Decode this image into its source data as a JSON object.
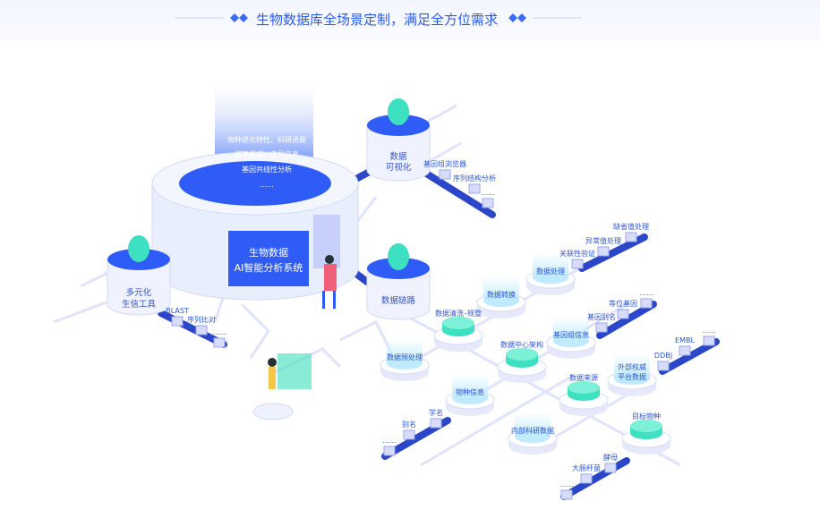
{
  "header": {
    "title": "生物数据库全场景定制，满足全方位需求"
  },
  "core": {
    "title_line1": "生物数据",
    "title_line2": "AI智能分析系统",
    "beam": [
      "物种进化特性、科研进展",
      "碱基组成、变异信息",
      "基因共线性分析",
      "......"
    ]
  },
  "nodes": {
    "visualization": [
      "数据",
      "可视化"
    ],
    "tools": [
      "多元化",
      "生信工具"
    ],
    "link": "数据链路",
    "cleaning": "数据清洗–规整",
    "conversion": "数据转换",
    "processing": "数据处理",
    "preprocessing": "数据预处理",
    "center": "数据中心架构",
    "genome": "基因组信息",
    "species": "物种信息",
    "source": "数据来源",
    "external": [
      "外部权威",
      "平台数据"
    ],
    "internal": "内部科研数据",
    "target": "目标物种"
  },
  "chains": {
    "visualization": [
      "基因组浏览器",
      "序列结构分析",
      "......"
    ],
    "tools": [
      "BLAST",
      "序列比对",
      "......"
    ],
    "processing": [
      "关联性验证",
      "异常值处理",
      "缺省值处理"
    ],
    "genome": [
      "基因别名",
      "等位基因",
      "......"
    ],
    "external": [
      "DDBJ",
      "EMBL",
      "......"
    ],
    "species": [
      "学名",
      "别名",
      "......"
    ],
    "target": [
      "酵母",
      "大肠杆菌",
      "......"
    ]
  },
  "colors": {
    "accent": "#2a5bf0",
    "green": "#3de0c0",
    "panel": "#2f5cf6"
  }
}
